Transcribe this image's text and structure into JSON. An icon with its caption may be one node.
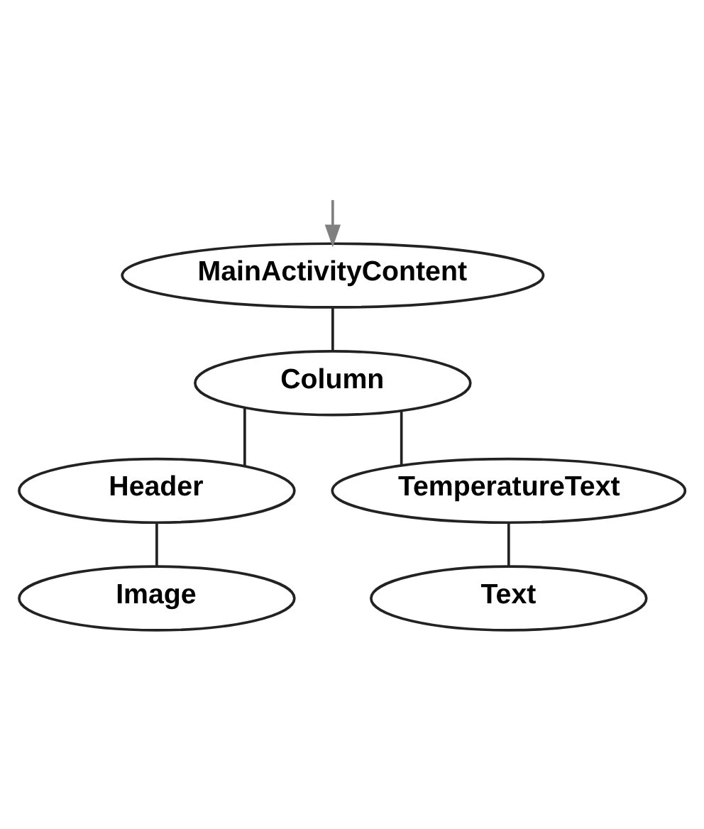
{
  "diagram": {
    "nodes": [
      {
        "text": [
          "MainActivityContent"
        ]
      },
      {
        "text": [
          "Column"
        ]
      },
      {
        "text": [
          "Header"
        ]
      },
      {
        "text": [
          "Image"
        ]
      },
      {
        "text": [
          "TemperatureText"
        ]
      },
      {
        "text": [
          "Text"
        ]
      }
    ],
    "edges": [
      {
        "from": null,
        "to": 0,
        "arrow": "to",
        "color": "#808080"
      },
      {
        "from": 0,
        "to": 1,
        "arrow": "none"
      },
      {
        "from": 1,
        "to": 2,
        "arrow": "none"
      },
      {
        "from": 2,
        "to": 3,
        "arrow": "none"
      },
      {
        "from": 1,
        "to": 4,
        "arrow": "none"
      },
      {
        "from": 4,
        "to": 5,
        "arrow": "none"
      }
    ]
  }
}
